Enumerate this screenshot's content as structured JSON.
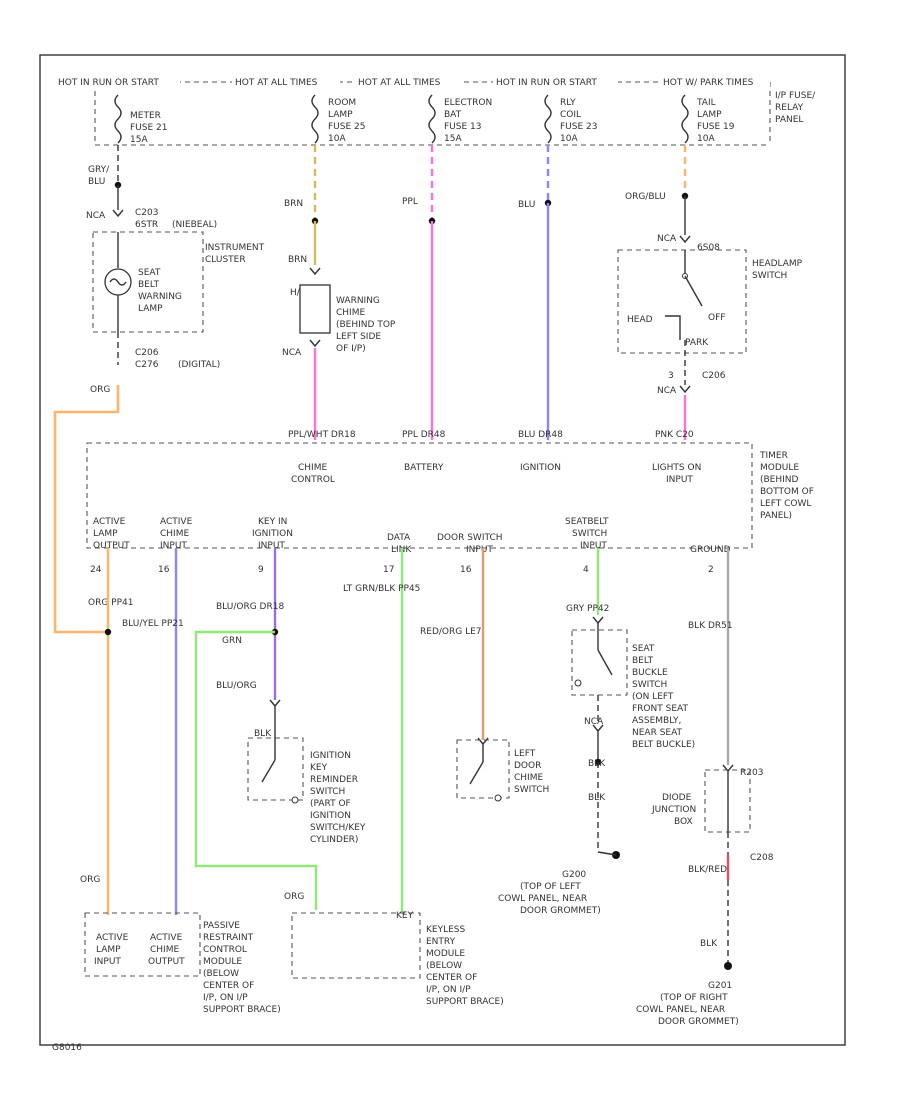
{
  "title": "Seat Belt Warning / Warning Chime Wiring",
  "colors": {
    "orange": "#ffb46a",
    "pink": "#ff70d8",
    "blue": "#8a86ff",
    "green": "#8fe87a",
    "purple": "#9a6ee0",
    "brown": "#e09a70",
    "gray": "#a8a8a8",
    "red": "#e05060",
    "tan": "#d8b860"
  },
  "power_bar": {
    "labels": [
      "HOT IN RUN OR START",
      "HOT AT ALL TIMES",
      "HOT AT ALL TIMES",
      "HOT IN RUN OR START",
      "HOT W/ PARK TIMES"
    ],
    "fuses": [
      {
        "l1": "METER",
        "l2": "FUSE 21",
        "l3": "15A"
      },
      {
        "l1": "ROOM",
        "l2": "LAMP",
        "l3": "FUSE 25",
        "l4": "10A"
      },
      {
        "l1": "ELECTRON",
        "l2": "BAT",
        "l3": "FUSE 13",
        "l4": "15A"
      },
      {
        "l1": "RLY",
        "l2": "COIL",
        "l3": "FUSE 23",
        "l4": "10A"
      },
      {
        "l1": "TAIL",
        "l2": "LAMP",
        "l3": "FUSE 19",
        "l4": "10A"
      }
    ],
    "panel_label": [
      "I/P FUSE/",
      "RELAY",
      "PANEL"
    ]
  },
  "wire_labels": {
    "gry_blu": [
      "GRY/",
      "BLU"
    ],
    "brn": "BRN",
    "ppl": "PPL",
    "blu": "BLU",
    "org_blu": "ORG/BLU",
    "org": "ORG",
    "brn2": "BRN"
  },
  "connectors": {
    "nca_left": "NCA",
    "c203": "C203",
    "c203_pin": "6STR",
    "c203_kind": "(NIEBEAL)",
    "c206": "C206",
    "c276": "C276",
    "digital": "(DIGITAL)",
    "nca_sw": "NCA",
    "c3": "3",
    "c206b": "C206",
    "nca_chime": "NCA",
    "nca_buckle": "NCA",
    "h_chime": "H/P"
  },
  "instrument_cluster": {
    "label": [
      "INSTRUMENT",
      "CLUSTER"
    ],
    "lamp": [
      "SEAT",
      "BELT",
      "WARNING",
      "LAMP"
    ]
  },
  "warning_chime": [
    "WARNING",
    "CHIME",
    "(BEHIND TOP",
    "LEFT SIDE",
    "OF I/P)"
  ],
  "headlamp_switch": {
    "label": [
      "HEADLAMP",
      "SWITCH"
    ],
    "head": "HEAD",
    "off": "OFF",
    "park": "PARK",
    "c": "6S08"
  },
  "timer_module": {
    "label": [
      "TIMER",
      "MODULE",
      "(BEHIND",
      "BOTTOM OF",
      "LEFT COWL",
      "PANEL)"
    ],
    "top_pins": [
      "PPL/WHT  DR18",
      "PPL  DR48",
      "BLU  DR48",
      "PNK  C20"
    ],
    "top_funcs": [
      [
        "CHIME",
        "CONTROL"
      ],
      [
        "BATTERY"
      ],
      [
        "IGNITION"
      ],
      [
        "LIGHTS ON",
        "INPUT"
      ]
    ],
    "bottom_funcs": [
      [
        "ACTIVE",
        "LAMP",
        "OUTPUT"
      ],
      [
        "ACTIVE",
        "CHIME",
        "INPUT"
      ],
      [
        "KEY IN",
        "IGNITION",
        "INPUT"
      ],
      [
        "DATA",
        "LINK"
      ],
      [
        "DOOR SWITCH",
        "INPUT"
      ],
      [
        "SEATBELT",
        "SWITCH",
        "INPUT"
      ],
      [
        "GROUND"
      ]
    ],
    "bottom_pins": [
      "24",
      "16",
      "9",
      "17",
      "16",
      "4",
      "2"
    ]
  },
  "wire_tags": {
    "org_pp": "ORG   PP41",
    "blu_yel": "BLU/YEL  PP21",
    "blu_org_dr": "BLU/ORG  DR18",
    "grn": "GRN",
    "blu_org": "BLU/ORG",
    "lt_grn": "LT GRN/BLK  PP45",
    "red_org": "RED/ORG  LE7",
    "gry_pp": "GRY  PP42",
    "blk_dr": "BLK  DR51",
    "blk": "BLK",
    "blk2": "BLK",
    "blk_red": "BLK/RED",
    "c208": "C208",
    "blk3": "BLK",
    "org_low": "ORG",
    "org_low2": "ORG"
  },
  "ignition_switch": [
    "IGNITION",
    "KEY",
    "REMINDER",
    "SWITCH",
    "(PART OF",
    "IGNITION",
    "SWITCH/KEY",
    "CYLINDER)"
  ],
  "door_switch": [
    "LEFT",
    "DOOR",
    "CHIME",
    "SWITCH"
  ],
  "buckle_switch": [
    "SEAT",
    "BELT",
    "BUCKLE",
    "SWITCH",
    "(ON LEFT",
    "FRONT SEAT",
    "ASSEMBLY,",
    "NEAR SEAT",
    "BELT BUCKLE)"
  ],
  "junction_box": {
    "label": [
      "DIODE",
      "JUNCTION",
      "BOX"
    ],
    "c": "R203"
  },
  "grounds": [
    {
      "id": "G200",
      "desc": [
        "(TOP OF LEFT",
        "COWL PANEL, NEAR",
        "DOOR GROMMET)"
      ]
    },
    {
      "id": "G201",
      "desc": [
        "(TOP OF RIGHT",
        "COWL PANEL, NEAR",
        "DOOR GROMMET)"
      ]
    }
  ],
  "restraint_module": {
    "pins": [
      [
        "ACTIVE",
        "LAMP",
        "INPUT"
      ],
      [
        "ACTIVE",
        "CHIME",
        "OUTPUT"
      ]
    ],
    "label": [
      "PASSIVE",
      "RESTRAINT",
      "CONTROL",
      "MODULE",
      "(BELOW",
      "CENTER OF",
      "I/P, ON I/P",
      "SUPPORT BRACE)"
    ]
  },
  "keyless_module": {
    "pin": "KEY",
    "label": [
      "KEYLESS",
      "ENTRY",
      "MODULE",
      "(BELOW",
      "CENTER OF",
      "I/P, ON I/P",
      "SUPPORT BRACE)"
    ]
  },
  "footer_code": "G8016"
}
